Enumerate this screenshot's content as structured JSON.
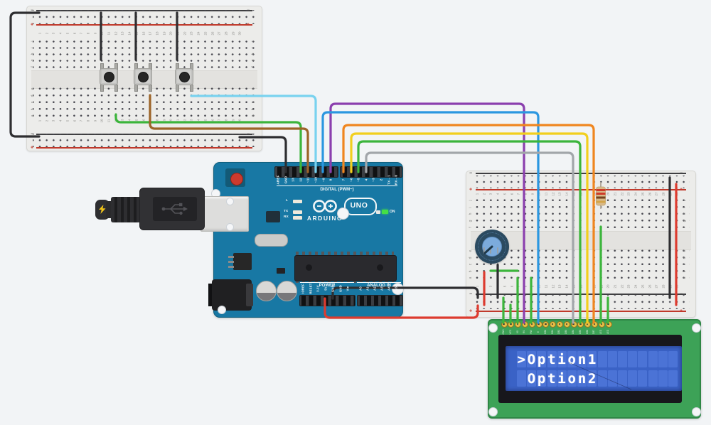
{
  "arduino": {
    "brand": "ARDUINO",
    "model": "UNO",
    "digital_label": "DIGITAL (PWM~)",
    "power_label": "POWER",
    "analog_label": "ANALOG IN",
    "on_label": "ON",
    "led_labels": [
      "L",
      "TX",
      "RX"
    ],
    "digital_pins": [
      "AREF",
      "GND",
      "13",
      "12",
      "~11",
      "~10",
      "~9",
      "8",
      "7",
      "~6",
      "~5",
      "4",
      "~3",
      "2",
      "TX→1",
      "RX←0"
    ],
    "power_pins": [
      "IOREF",
      "RESET",
      "3.3V",
      "5V",
      "GND",
      "GND",
      "Vin"
    ],
    "analog_pins": [
      "A0",
      "A1",
      "A2",
      "A3",
      "A4",
      "A5"
    ]
  },
  "lcd": {
    "line1": ">Option1",
    "line2": " Option2",
    "pins": [
      "GND",
      "VCC",
      "V0",
      "RS",
      "RW",
      "E",
      "DB0",
      "DB1",
      "DB2",
      "DB3",
      "DB4",
      "DB5",
      "DB6",
      "DB7",
      "LED",
      "LED"
    ]
  },
  "breadboard": {
    "columns": 30,
    "top_letters": [
      "j",
      "i",
      "h",
      "g",
      "f"
    ],
    "bottom_letters": [
      "e",
      "d",
      "c",
      "b",
      "a"
    ],
    "plus": "+",
    "minus": "−"
  },
  "colors": {
    "arduino_board": "#1878a4",
    "breadboard": "#ececea",
    "lcd_pcb": "#3da257",
    "lcd_screen": "#3a62c6",
    "lcd_cell": "#4b73d6",
    "on_led": "#45e045",
    "reset_button": "#cc3a2e"
  },
  "resistor": {
    "body": "#d9ba8a",
    "bands": [
      "#cd3b2a",
      "#cd3b2a",
      "#74431e",
      "#d2a449"
    ]
  },
  "potentiometer": {
    "knob": "#7cabdc",
    "base": "#2b4a60"
  },
  "wires": [
    {
      "id": "gnd-digital-to-left-rail",
      "color": "#2e2e31"
    },
    {
      "id": "pin12-to-button1",
      "color": "#3cb53c"
    },
    {
      "id": "pin11-to-button2",
      "color": "#9c6428"
    },
    {
      "id": "pin10-to-button3",
      "color": "#79d2ef"
    },
    {
      "id": "pin8-to-lcd-rs",
      "color": "#8b3fae"
    },
    {
      "id": "pin9-to-lcd-e",
      "color": "#2b97e0"
    },
    {
      "id": "pin7-to-lcd-db7",
      "color": "#f0861f"
    },
    {
      "id": "pin6-to-lcd-db6",
      "color": "#f2cf1d"
    },
    {
      "id": "pin5-to-lcd-db5",
      "color": "#3cb53c"
    },
    {
      "id": "pin4-to-lcd-db4",
      "color": "#a2a6aa"
    },
    {
      "id": "5v-to-right-rail-plus",
      "color": "#dd3b2f"
    },
    {
      "id": "gnd-to-right-rail-minus",
      "color": "#2e2e31"
    },
    {
      "id": "lcd-gnd-to-minus",
      "color": "#3cb53c"
    },
    {
      "id": "lcd-vcc-to-plus",
      "color": "#3cb53c"
    },
    {
      "id": "lcd-v0-to-pot",
      "color": "#3cb53c"
    },
    {
      "id": "lcd-rw",
      "color": "#3cb53c"
    },
    {
      "id": "lcd-led-anode",
      "color": "#3cb53c"
    },
    {
      "id": "lcd-led-cathode-to-minus",
      "color": "#3cb53c"
    },
    {
      "id": "pot-wiper-jumper",
      "color": "#3cb53c"
    },
    {
      "id": "pot-to-plus",
      "color": "#dd3b2f"
    },
    {
      "id": "pot-to-minus",
      "color": "#2e2e31"
    },
    {
      "id": "right-rail-minus-bridge",
      "color": "#2e2e31"
    },
    {
      "id": "right-rail-plus-bridge",
      "color": "#dd3b2f"
    },
    {
      "id": "left-rail-bridge",
      "color": "#2e2e31"
    },
    {
      "id": "minus-to-button1",
      "color": "#2e2e31"
    },
    {
      "id": "minus-to-button2",
      "color": "#2e2e31"
    },
    {
      "id": "minus-to-button3",
      "color": "#2e2e31"
    }
  ]
}
